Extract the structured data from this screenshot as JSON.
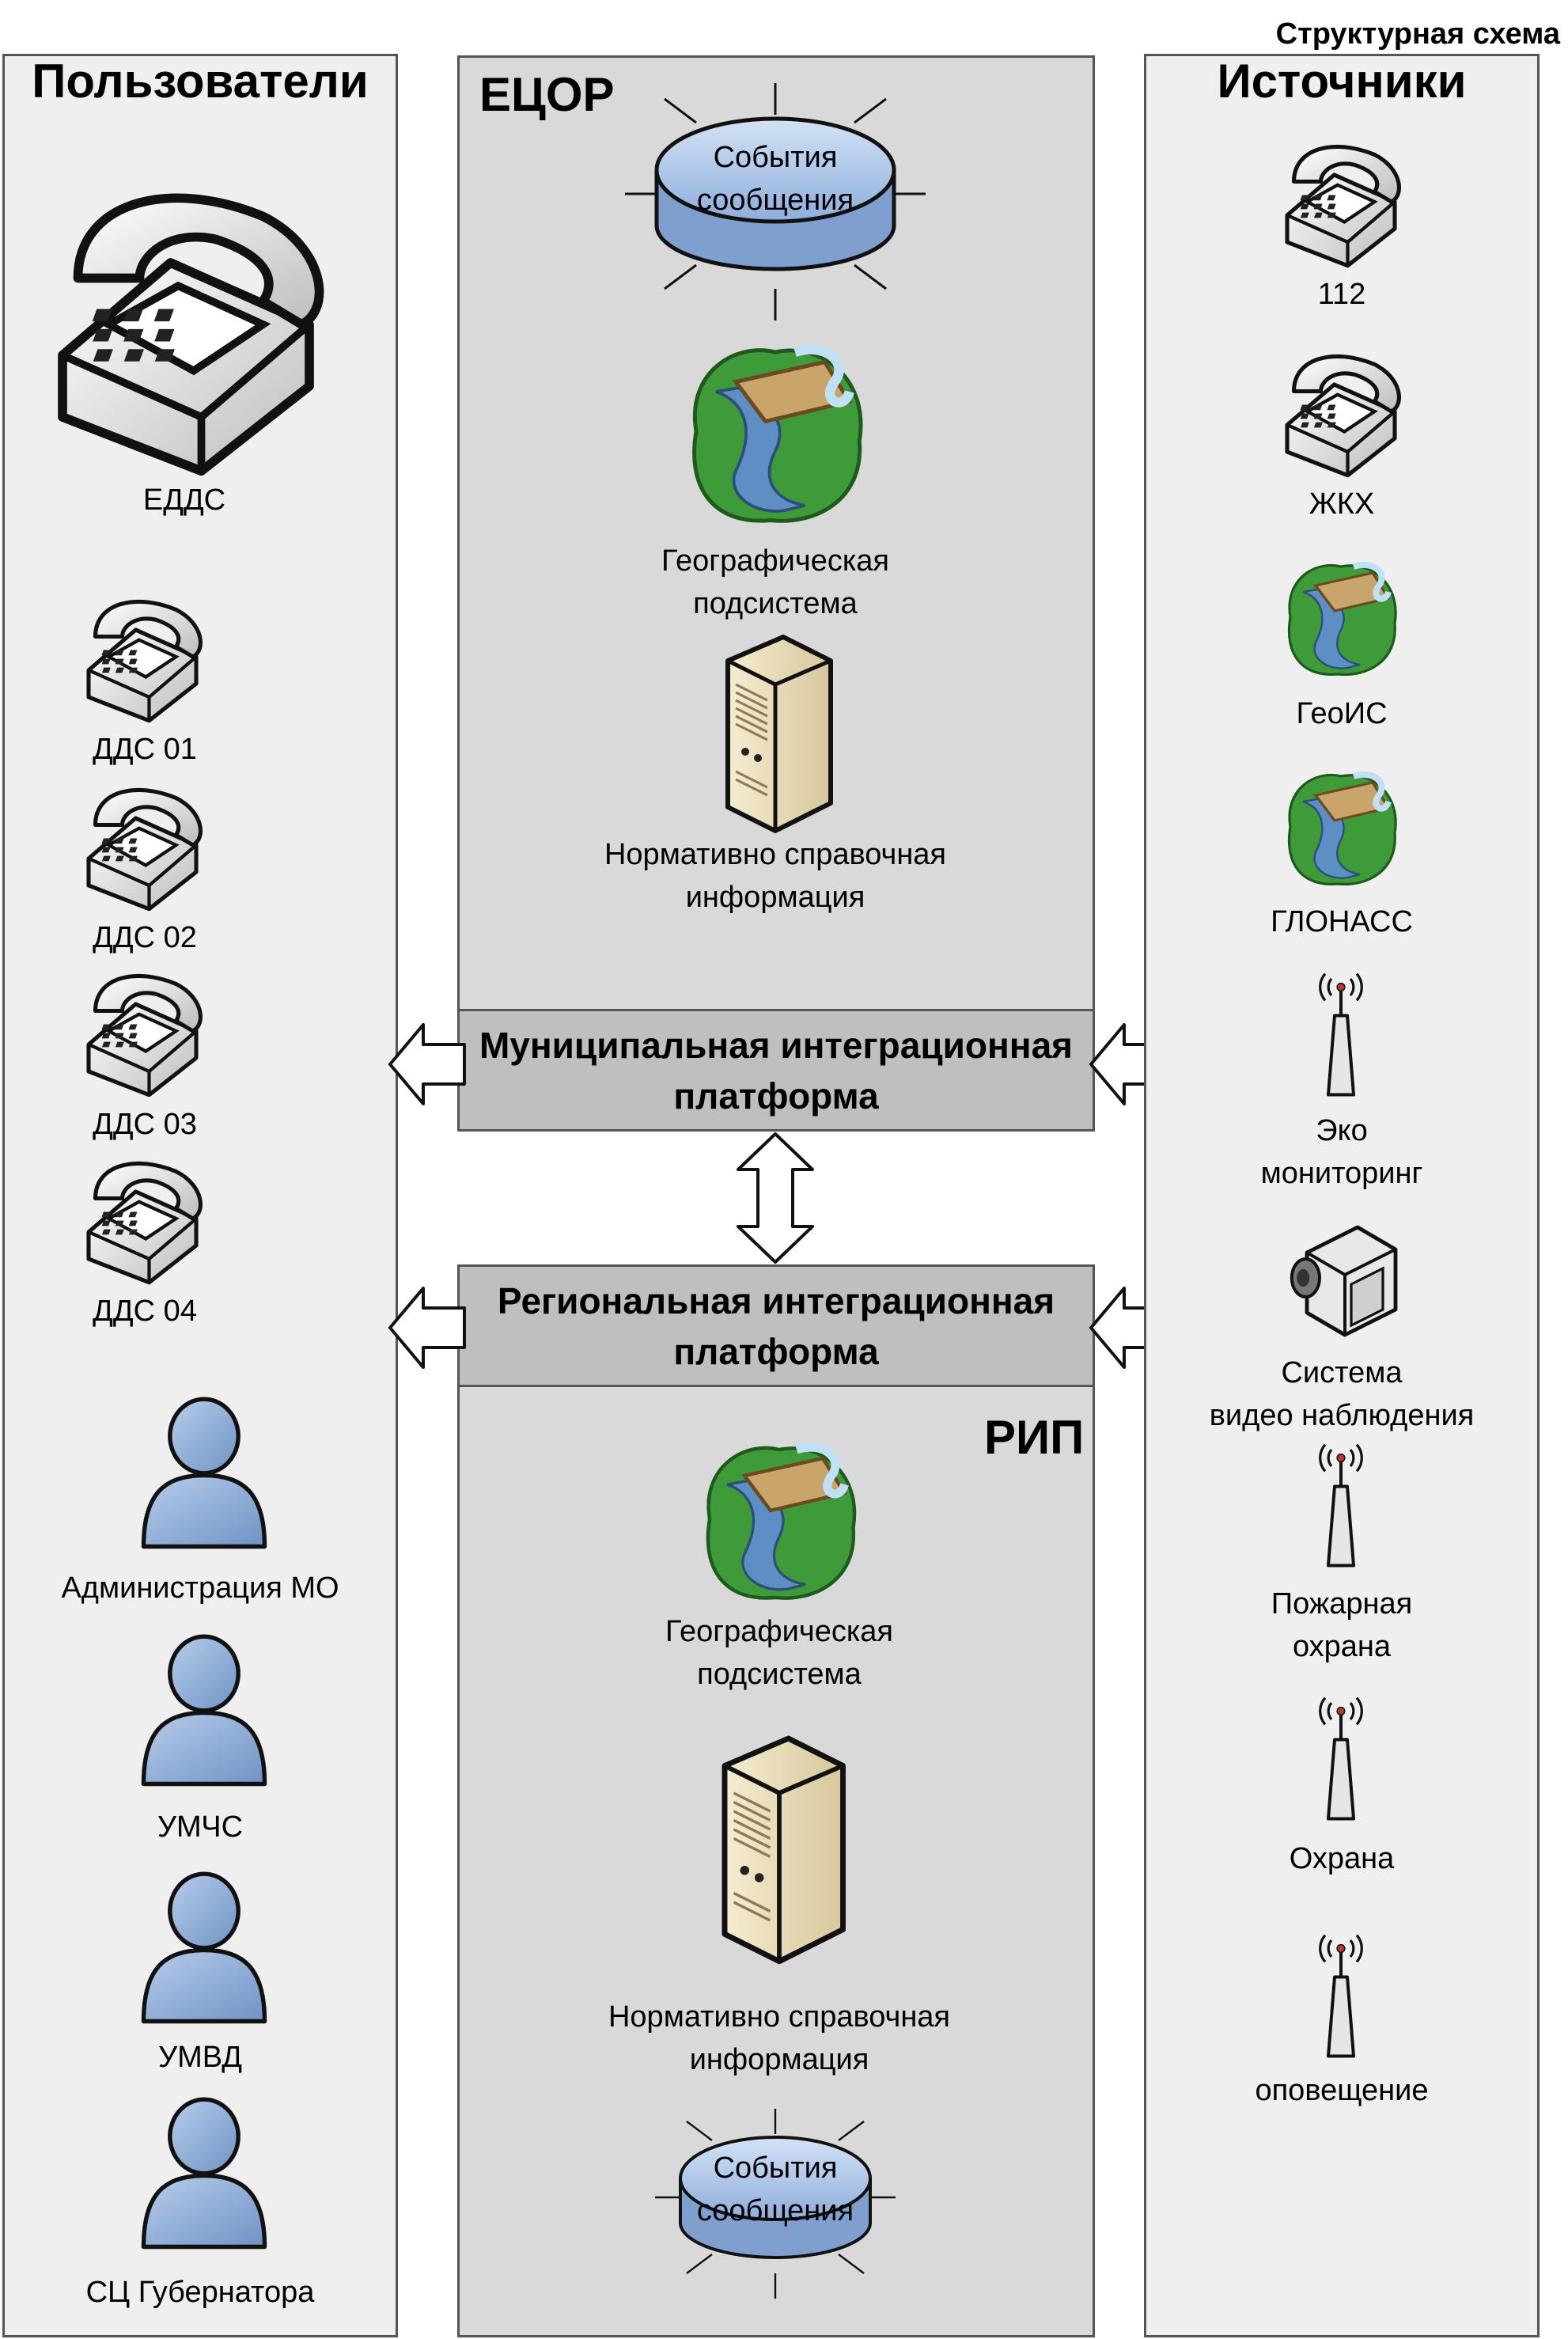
{
  "header": {
    "caption": "Структурная схема"
  },
  "users": {
    "title": "Пользователи",
    "eдds_label": "ЕДДС",
    "dds": [
      "ДДС 01",
      "ДДС 02",
      "ДДС 03",
      "ДДС 04"
    ],
    "people": [
      "Администрация МО",
      "УМЧС",
      "УМВД",
      "СЦ Губернатора"
    ]
  },
  "ecor": {
    "title": "ЕЦОР",
    "events_db": "События\nсообщения",
    "geo_label": "Географическая\nподсистема",
    "nsi_label": "Нормативно справочная\nинформация"
  },
  "municipal_platform": "Муниципальная интеграционная\nплатформа",
  "regional_platform": "Региональная интеграционная\nплатформа",
  "rip": {
    "title": "РИП",
    "geo_label": "Географическая\nподсистема",
    "nsi_label": "Нормативно справочная\nинформация",
    "events_db": "События\nсообщения"
  },
  "sources": {
    "title": "Источники",
    "items": [
      "112",
      "ЖКХ",
      "ГеоИС",
      "ГЛОНАСС",
      "Эко\nмониторинг",
      "Система\nвидео наблюдения",
      "Пожарная\nохрана",
      "Охрана",
      "оповещение"
    ]
  },
  "colors": {
    "side_panel": "#efefef",
    "middle_panel": "#d9d9d9",
    "platform_bar": "#bfbfbf",
    "person_fill": "#8fb0d8",
    "db_fill": "#b9cfee",
    "geo_green": "#3f9a3a",
    "geo_river": "#5d8fc4"
  },
  "icons": {
    "phone": "telephone-icon",
    "person": "person-icon",
    "database": "database-icon",
    "geo": "geo-map-icon",
    "server": "server-icon",
    "antenna": "antenna-icon",
    "camera": "video-camera-icon",
    "arrow": "arrow-icon"
  }
}
